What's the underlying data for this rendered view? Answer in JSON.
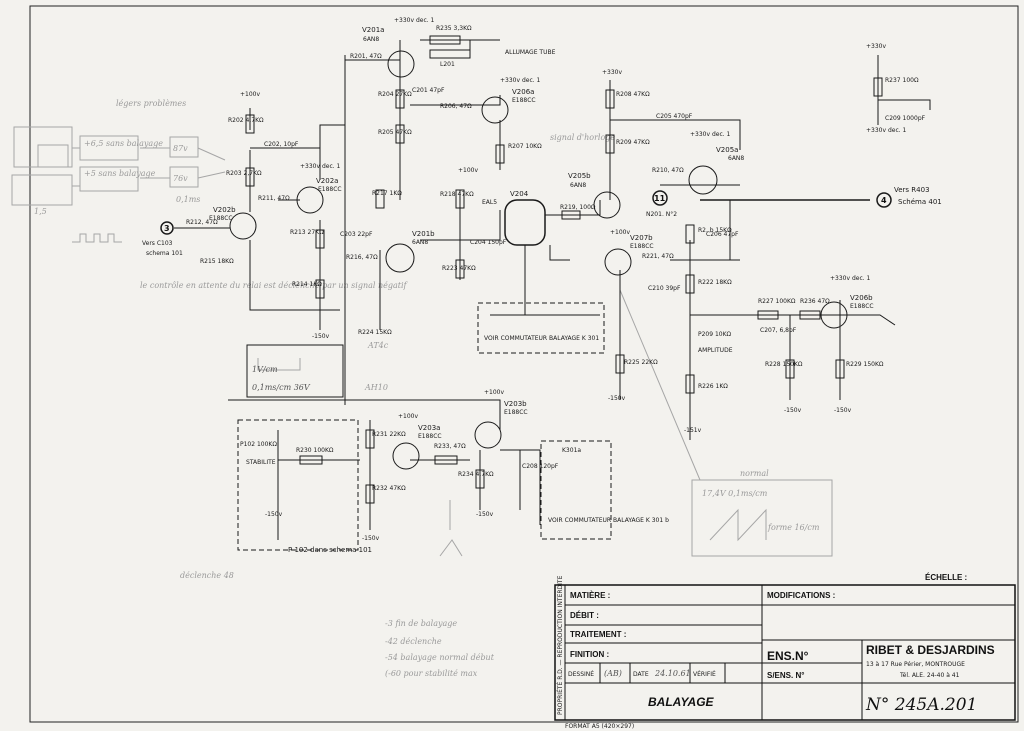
{
  "tubes": {
    "v201a": {
      "name": "V201a",
      "type": "6AN8"
    },
    "v201b": {
      "name": "V201b",
      "type": "6AN8"
    },
    "v202a": {
      "name": "V202a",
      "type": "E188CC"
    },
    "v202b": {
      "name": "V202b",
      "type": "E188CC"
    },
    "v203a": {
      "name": "V203a",
      "type": "E188CC"
    },
    "v203b": {
      "name": "V203b",
      "type": "E188CC"
    },
    "v204": {
      "name": "V204",
      "type": "EAL5"
    },
    "v205a": {
      "name": "V205a",
      "type": "6AN8"
    },
    "v205b": {
      "name": "V205b",
      "type": "6AN8"
    },
    "v206a": {
      "name": "V206a",
      "type": "E188CC"
    },
    "v206b": {
      "name": "V206b",
      "type": "E188CC"
    },
    "v207b": {
      "name": "V207b",
      "type": "E188CC"
    }
  },
  "resistors": {
    "r201": "R201, 47Ω",
    "r202": "R202 4,7KΩ",
    "r203": "R203 2,7KΩ",
    "r204": "R204 27KΩ",
    "r205": "R205 47KΩ",
    "r206": "R206, 47Ω",
    "r207": "R207 10KΩ",
    "r208": "R208 47KΩ",
    "r209": "R209 47KΩ",
    "r210": "R210, 47Ω",
    "r211": "R211, 47Ω",
    "r212": "R212, 47Ω",
    "r213": "R213 27KΩ",
    "r214": "R214 1KΩ",
    "r215": "R215 18KΩ",
    "r216": "R216, 47Ω",
    "r217": "R217 1KΩ",
    "r218": "R218 47KΩ",
    "r219": "R219, 100Ω",
    "r221": "R221, 47Ω",
    "r222": "R222 18KΩ",
    "r223": "R223 47KΩ",
    "r224": "R224 15KΩ",
    "r225": "R225 22KΩ",
    "r226": "R226 1KΩ",
    "r227": "R227 100KΩ",
    "r228": "R228 150KΩ",
    "r229": "R229 150KΩ",
    "r230": "R230 100KΩ",
    "r231": "R231 22KΩ",
    "r232": "R232 47KΩ",
    "r233": "R233, 47Ω",
    "r234": "R234 4,7KΩ",
    "r235": "R235 3,3KΩ",
    "r236": "R236 47Ω",
    "r237": "R237 100Ω",
    "r2b": "R2. b 15KΩ",
    "p209": "P209 10KΩ",
    "p102": "P102 100KΩ"
  },
  "capacitors": {
    "c202": "C202, 10pF",
    "c203": "C203 22pF",
    "c204": "C204 150pF",
    "c205": "C205 470pF",
    "c206": "C206 47pF",
    "c207": "C207, 6,8pF",
    "c208": "C208 120pF",
    "c209": "C209 1000pF",
    "c210": "C210 39pF",
    "c201": "C201 47pF"
  },
  "supplies": {
    "p100": "+100v",
    "p330": "+330v",
    "p330dec": "+330v dec. 1",
    "m150": "-150v",
    "m151": "-151v"
  },
  "refs": {
    "c103": "Vers C103",
    "schema101": "schema 101",
    "r403": "Vers R403",
    "schema401": "Schéma 401",
    "allumage": "ALLUMAGE TUBE",
    "l201": "L201",
    "n201": "N201. N°2",
    "commut1": "VOIR COMMUTATEUR BALAYAGE K 301",
    "commut2": "VOIR COMMUTATEUR BALAYAGE K 301 b",
    "k301a": "K301a",
    "stabilite": "STABILITE",
    "p102_ref": "P 102 dans schema 101",
    "amplitude": "AMPLITUDE",
    "node3": "3",
    "node4": "4",
    "node11": "11"
  },
  "pencil_notes": {
    "n1": "légers problèmes",
    "n2": "+6,5 sans balayage",
    "n3": "+5 sans balayage",
    "n4": "87v",
    "n5": "76v",
    "n6": "0,1ms",
    "n7": "1,5",
    "n8": "le contrôle en attente du relai est déclenché par un signal négatif",
    "n9": "1V/cm",
    "n10": "0,1ms/cm 36V",
    "n11": "normal",
    "n12": "17,4V 0,1ms/cm",
    "n13": "forme 16/cm",
    "n14": "déclenche 48",
    "n15": "signal d'horloge",
    "n16": "AT4c",
    "n17": "AH10",
    "n18": "-3 fin de balayage",
    "n19": "-42 déclenche",
    "n20": "-54 balayage normal début",
    "n21": "(-60 pour stabilité max"
  },
  "title_block": {
    "matiere": "MATIÈRE :",
    "debit": "DÉBIT :",
    "traitement": "TRAITEMENT :",
    "finition": "FINITION :",
    "modifications": "MODIFICATIONS :",
    "ens": "ENS.N°",
    "sens": "S/ENS. N°",
    "company": "RIBET & DESJARDINS",
    "address": "13 à 17 Rue Périer, MONTROUGE",
    "tel": "Tél. ALE. 24-40 à 41",
    "number": "N° 245A.201",
    "dessine": "DESSINÉ",
    "dessine_val": "(AB)",
    "date": "DATE",
    "date_val": "24.10.61",
    "verifie": "VÉRIFIÉ",
    "title": "BALAYAGE",
    "echelle": "ÉCHELLE :",
    "format": "FORMAT A5 (420×297)",
    "propriete": "PROPRIÉTÉ R.D. — REPRODUCTION INTERDITE"
  }
}
